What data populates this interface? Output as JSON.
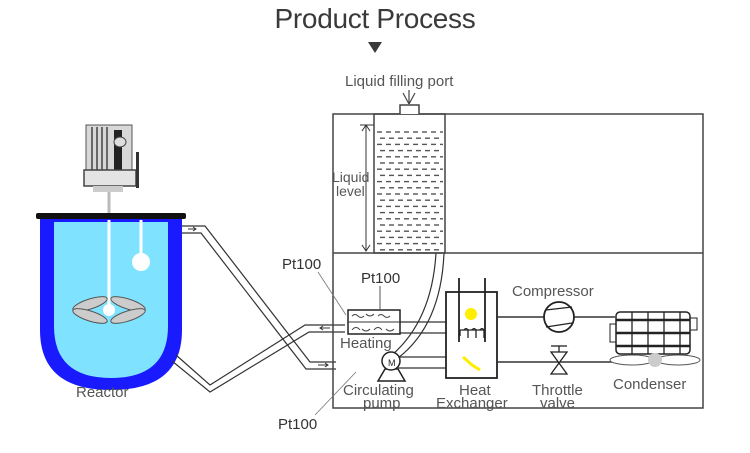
{
  "title": "Product Process",
  "labels": {
    "liquid_filling_port": "Liquid filling port",
    "liquid_level_line1": "Liquid",
    "liquid_level_line2": "level",
    "reactor": "Reactor",
    "pt100_top_left": "Pt100",
    "pt100_heater": "Pt100",
    "pt100_bottom": "Pt100",
    "heating": "Heating",
    "circulating_pump_line1": "Circulating",
    "circulating_pump_line2": "pump",
    "heat_exchanger_line1": "Heat",
    "heat_exchanger_line2": "Exchanger",
    "compressor": "Compressor",
    "throttle_valve_line1": "Throttle",
    "throttle_valve_line2": "valve",
    "condenser": "Condenser"
  },
  "colors": {
    "reactor_jacket": "#1a1aff",
    "reactor_liquid": "#7fe3ff",
    "title_text": "#3a3a3a",
    "label_text": "#555555",
    "line": "#333333",
    "heat_indicator": "#ffee00"
  }
}
